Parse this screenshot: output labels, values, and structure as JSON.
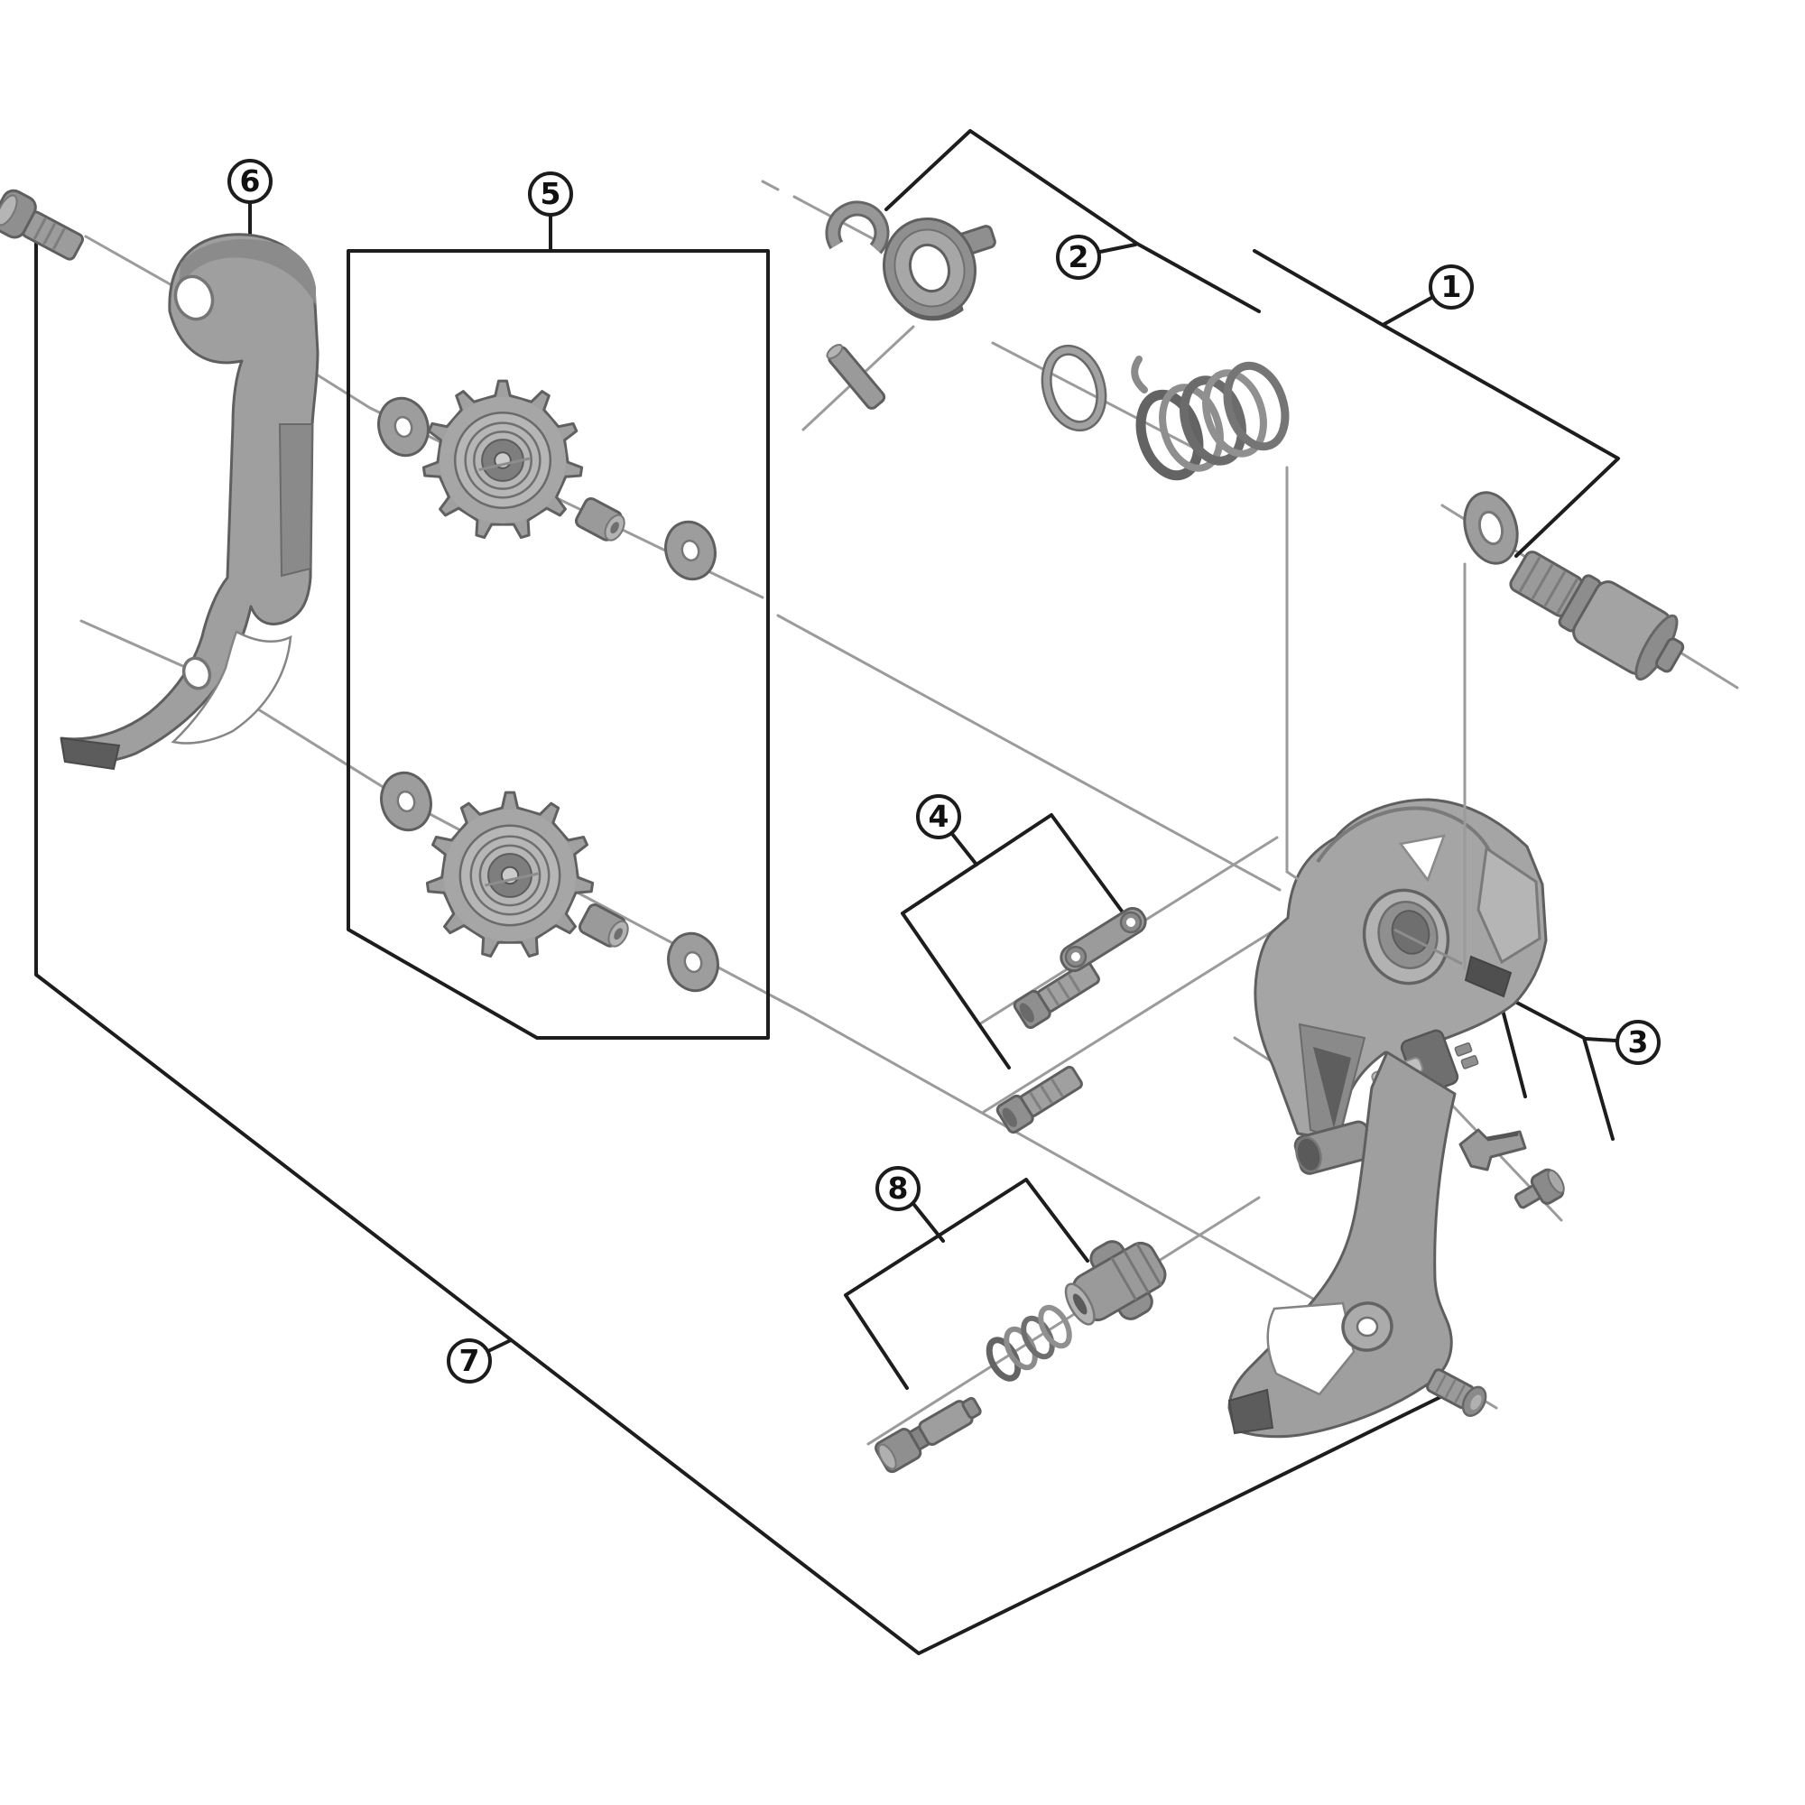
{
  "figure": {
    "type": "exploded-parts-diagram",
    "background_color": "#ffffff",
    "outline_color": "#1d1d1d",
    "axis_line_color": "#9b9b9b",
    "part_fill_color": "#a0a0a0"
  },
  "callouts": [
    {
      "label": "1"
    },
    {
      "label": "2"
    },
    {
      "label": "3"
    },
    {
      "label": "4"
    },
    {
      "label": "5"
    },
    {
      "label": "6"
    },
    {
      "label": "7"
    },
    {
      "label": "8"
    }
  ]
}
